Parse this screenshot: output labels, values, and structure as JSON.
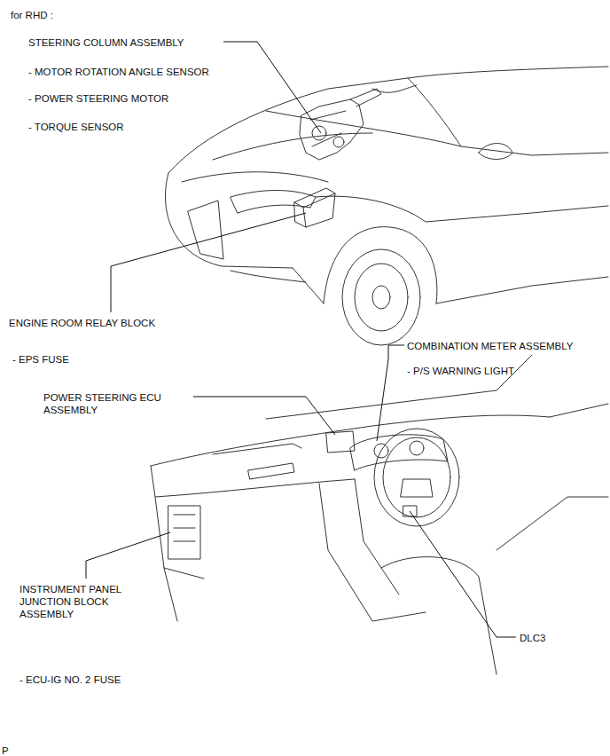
{
  "diagram": {
    "title": "for RHD :",
    "labels": [
      "STEERING COLUMN ASSEMBLY",
      "- MOTOR ROTATION ANGLE SENSOR",
      "- POWER STEERING MOTOR",
      "- TORQUE SENSOR",
      "ENGINE ROOM RELAY BLOCK",
      "- EPS FUSE",
      "COMBINATION METER ASSEMBLY",
      "- P/S WARNING LIGHT",
      "POWER STEERING ECU ASSEMBLY",
      "INSTRUMENT PANEL JUNCTION BLOCK ASSEMBLY",
      "DLC3",
      "- ECU-IG NO. 2 FUSE",
      "P"
    ]
  }
}
